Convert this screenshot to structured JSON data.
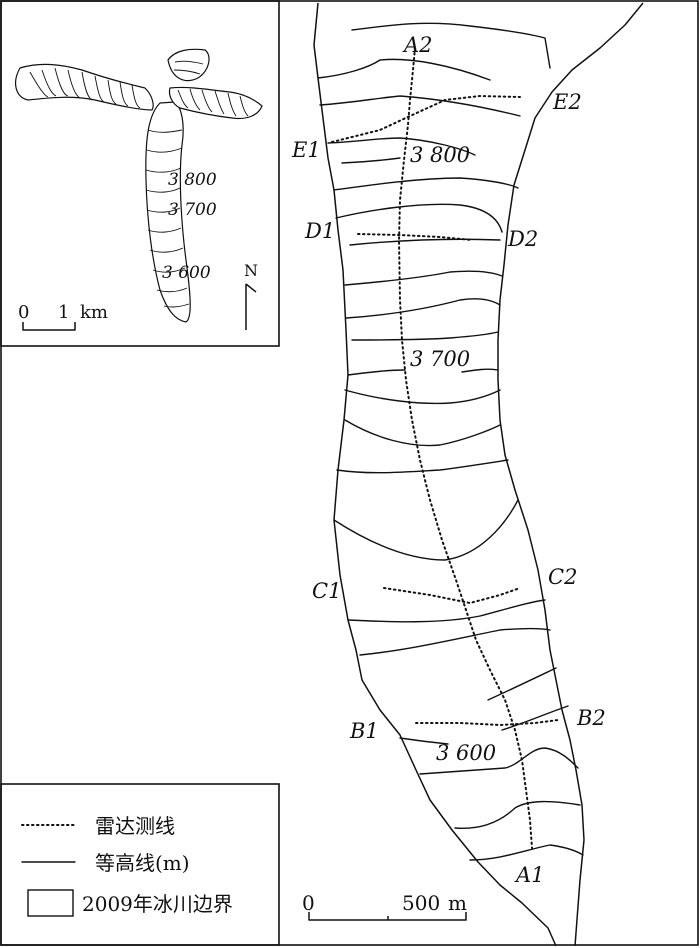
{
  "profile_labels": {
    "a2": "A2",
    "a1": "A1",
    "b1": "B1",
    "b2": "B2",
    "c1": "C1",
    "c2": "C2",
    "d1": "D1",
    "d2": "D2",
    "e1": "E1",
    "e2": "E2"
  },
  "contour_labels": {
    "c3800": "3 800",
    "c3700": "3 700",
    "c3600": "3 600"
  },
  "inset": {
    "contour_labels": [
      "3 800",
      "3 700",
      "3 600"
    ],
    "scale_zero": "0",
    "scale_one": "1",
    "scale_unit": "km",
    "north": "N"
  },
  "scale_bar": {
    "zero": "0",
    "length": "500",
    "unit": "m"
  },
  "legend": {
    "items": [
      {
        "symbol": "dotted-line",
        "label": "雷达测线"
      },
      {
        "symbol": "solid-line",
        "label": "等高线(m)"
      },
      {
        "symbol": "box",
        "label": "2009年冰川边界"
      }
    ]
  }
}
